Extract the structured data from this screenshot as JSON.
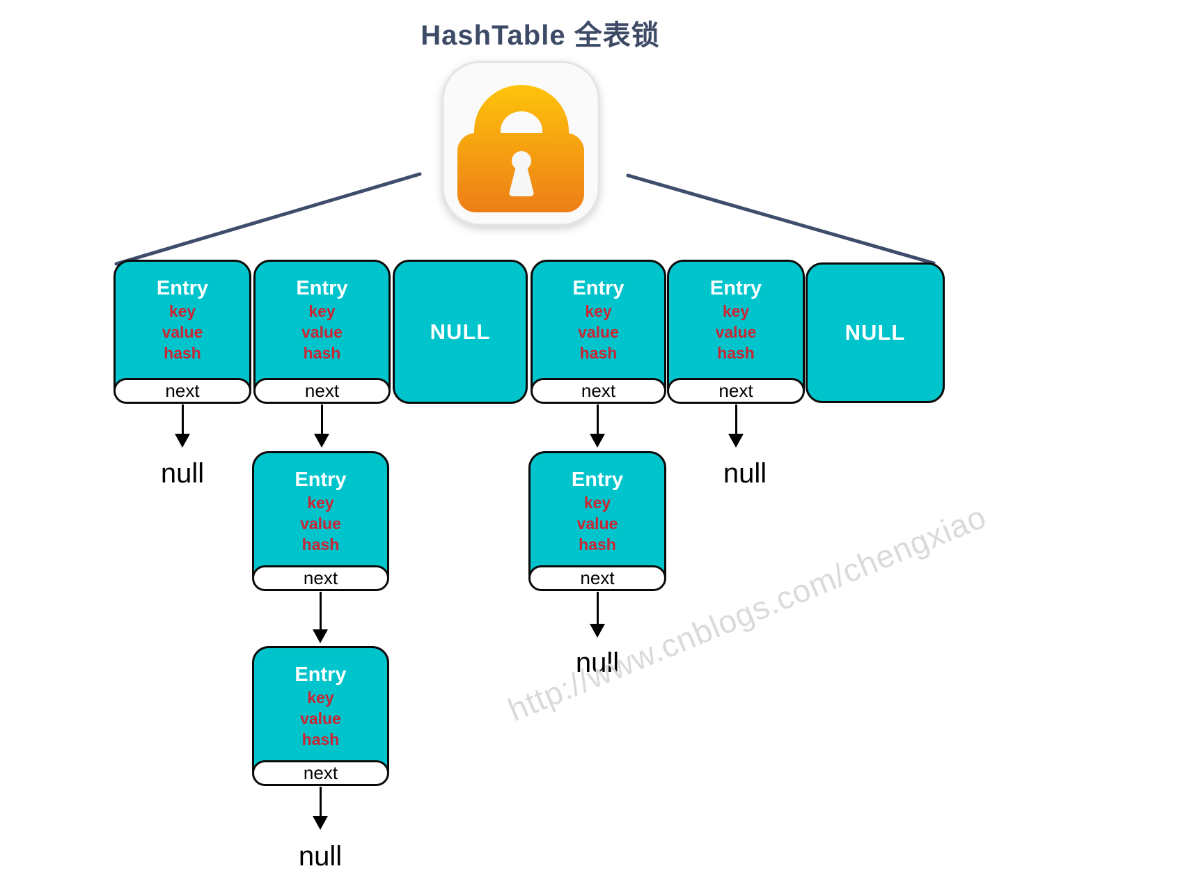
{
  "title": "HashTable 全表锁",
  "entry": {
    "title": "Entry",
    "fields": [
      "key",
      "value",
      "hash"
    ],
    "next_label": "next"
  },
  "labels": {
    "null_box": "NULL",
    "null_ref": "null"
  },
  "buckets": [
    {
      "index": 0,
      "type": "entry",
      "chain": [
        "null"
      ]
    },
    {
      "index": 1,
      "type": "entry",
      "chain": [
        "entry",
        "entry",
        "null"
      ]
    },
    {
      "index": 2,
      "type": "null"
    },
    {
      "index": 3,
      "type": "entry",
      "chain": [
        "entry",
        "null"
      ]
    },
    {
      "index": 4,
      "type": "entry",
      "chain": [
        "null"
      ]
    },
    {
      "index": 5,
      "type": "null"
    }
  ],
  "watermark": "http://www.cnblogs.com/chengxiao",
  "icons": {
    "lock": "padlock-icon"
  },
  "colors": {
    "node_fill": "#00c4cc",
    "node_border": "#0a0a0a",
    "field_text": "#cb2533",
    "title_text": "#3d4a66",
    "connector_line": "#3e4d6b",
    "lock_gradient_top": "#ffc60a",
    "lock_gradient_bottom": "#ec7b17",
    "watermark_text": "#dadada"
  }
}
